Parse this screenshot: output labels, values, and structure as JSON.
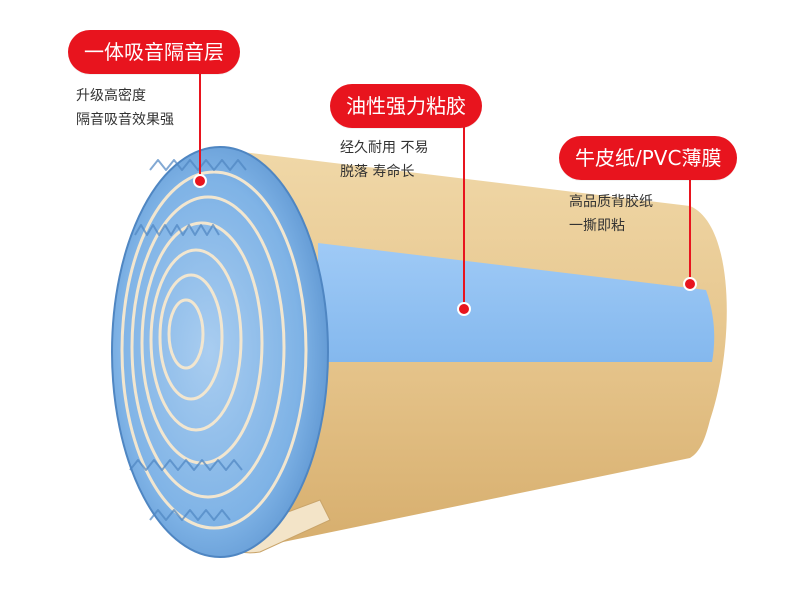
{
  "callouts": [
    {
      "title": "一体吸音隔音层",
      "desc_lines": [
        "升级高密度",
        "隔音吸音效果强"
      ]
    },
    {
      "title": "油性强力粘胶",
      "desc_lines": [
        "经久耐用 不易",
        "脱落 寿命长"
      ]
    },
    {
      "title": "牛皮纸/PVC薄膜",
      "desc_lines": [
        "高品质背胶纸",
        "一撕即粘"
      ]
    }
  ],
  "colors": {
    "accent_red": "#e8141e",
    "kraft_paper": "#e6c58c",
    "adhesive_blue": "#8cc0f3",
    "foam_blue": "#6fa8df",
    "background": "#ffffff"
  }
}
